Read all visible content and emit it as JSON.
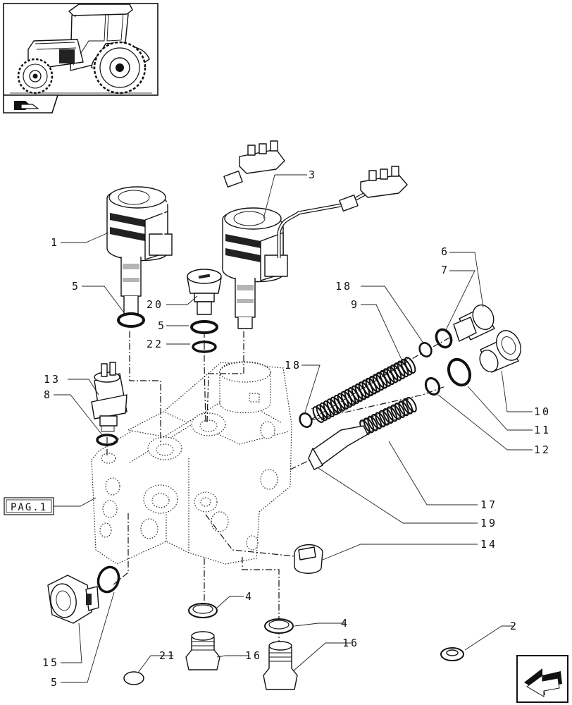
{
  "thumbnail": {
    "label": "tractor-overview"
  },
  "callouts": {
    "c1": "1",
    "c3": "3",
    "c6": "6",
    "c7": "7",
    "c18a": "18",
    "c9": "9",
    "c5a": "5",
    "c20": "20",
    "c5b": "5",
    "c22": "22",
    "c13": "13",
    "c8": "8",
    "c18b": "18",
    "c10": "10",
    "c11": "11",
    "c12": "12",
    "pag": "PAG.1",
    "c17": "17",
    "c19": "19",
    "c14": "14",
    "c4a": "4",
    "c4b": "4",
    "c2": "2",
    "c21": "21",
    "c16a": "16",
    "c16b": "16",
    "c15": "15",
    "c5c": "5"
  }
}
